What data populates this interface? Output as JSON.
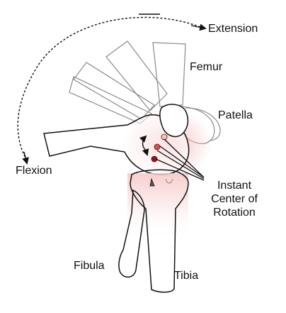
{
  "labels": {
    "extension": "Extension",
    "femur": "Femur",
    "patella": "Patella",
    "flexion": "Flexion",
    "icr_line1": "Instant",
    "icr_line2": "Center of",
    "icr_line3": "Rotation",
    "fibula": "Fibula",
    "tibia": "Tibia"
  },
  "colors": {
    "outline": "#111111",
    "ghost_outline": "#8a8a8a",
    "joint_glow": "#f4b8b8",
    "center_dot_dark": "#8b1a1a",
    "center_dot_mid": "#c9574f",
    "center_dot_light": "#f2c4c4"
  },
  "instant_centers": [
    {
      "name": "light",
      "color": "#f2c4c4"
    },
    {
      "name": "mid",
      "color": "#c9574f"
    },
    {
      "name": "dark",
      "color": "#8b1a1a"
    }
  ]
}
